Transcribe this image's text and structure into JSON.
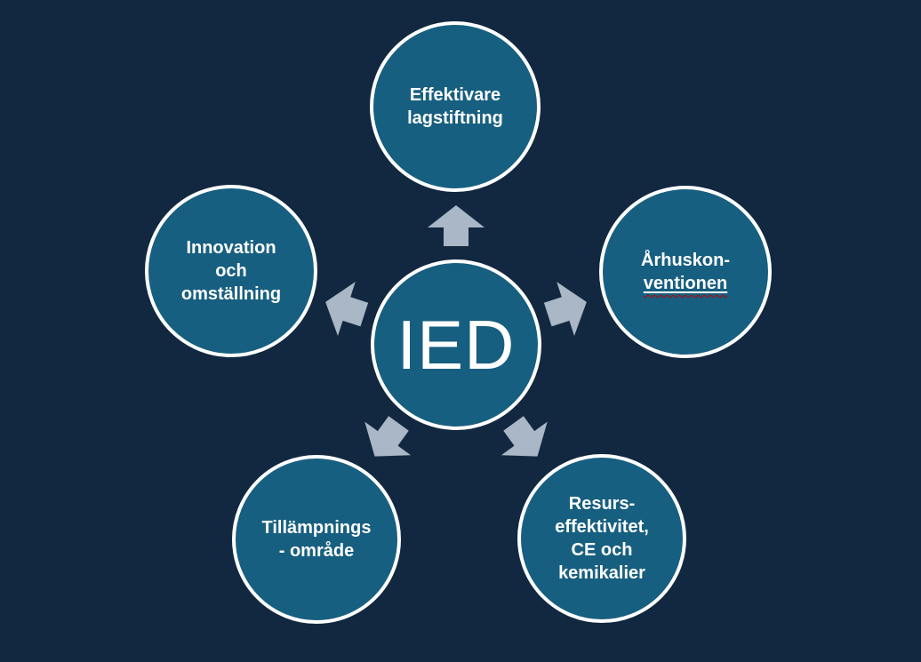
{
  "colors": {
    "background": "#112840",
    "node-fill": "#175F80",
    "node-border": "#FFFFFF",
    "arrow-fill": "#A9B7C6",
    "text": "#FFFFFF",
    "spellcheck": "#C00000"
  },
  "diagram": {
    "center_label": "IED",
    "nodes": {
      "top": {
        "lines": [
          "Effektivare",
          "lagstiftning"
        ]
      },
      "right": {
        "lines": [
          "Århuskon-",
          "ventionen"
        ]
      },
      "left": {
        "lines": [
          "Innovation",
          "och",
          "omställning"
        ]
      },
      "bottom_left": {
        "lines": [
          "Tillämpnings",
          "- område"
        ]
      },
      "bottom_right": {
        "lines": [
          "Resurs-",
          "effektivitet,",
          "CE och",
          "kemikalier"
        ]
      }
    },
    "arrows": [
      "arrow-up-icon",
      "arrow-upper-right-icon",
      "arrow-lower-right-icon",
      "arrow-lower-left-icon",
      "arrow-upper-left-icon"
    ]
  }
}
